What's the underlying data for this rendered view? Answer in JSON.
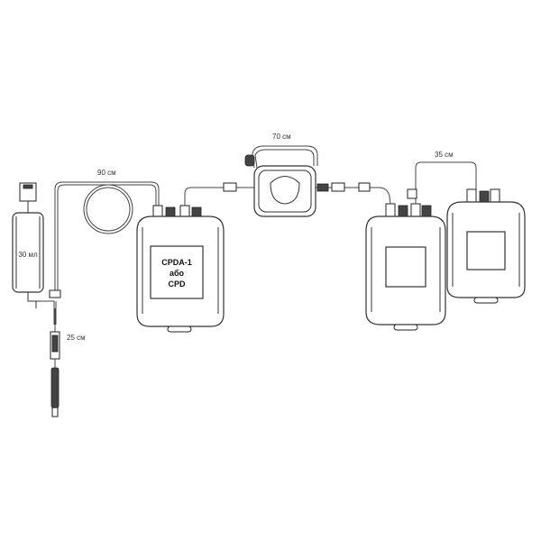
{
  "labels": {
    "sample_bag_volume": "30 мл",
    "tube_90": "90 см",
    "tube_70": "70 см",
    "tube_35": "35 см",
    "tube_25": "25 см"
  },
  "primary_bag": {
    "line1": "CPDA-1",
    "line2": "або",
    "line3": "CPD"
  },
  "colors": {
    "stroke": "#333333",
    "label": "#333333",
    "background": "#ffffff"
  }
}
